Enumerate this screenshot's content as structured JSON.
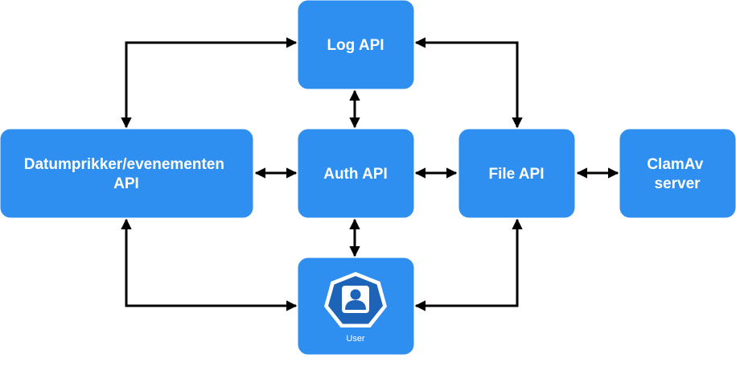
{
  "nodes": {
    "log_api": {
      "label": "Log API"
    },
    "auth_api": {
      "label": "Auth API"
    },
    "file_api": {
      "label": "File API"
    },
    "datum_api": {
      "label_line1": "Datumprikker/evenementen",
      "label_line2": "API"
    },
    "clamav": {
      "label_line1": "ClamAv",
      "label_line2": "server"
    },
    "user": {
      "label": "User",
      "icon": "user-icon"
    }
  },
  "edges": [
    {
      "from": "Datumprikker/evenementen API",
      "to": "Log API",
      "direction": "both"
    },
    {
      "from": "Log API",
      "to": "File API",
      "direction": "both"
    },
    {
      "from": "Log API",
      "to": "Auth API",
      "direction": "both"
    },
    {
      "from": "Datumprikker/evenementen API",
      "to": "Auth API",
      "direction": "both"
    },
    {
      "from": "Auth API",
      "to": "File API",
      "direction": "both"
    },
    {
      "from": "File API",
      "to": "ClamAv server",
      "direction": "both"
    },
    {
      "from": "Auth API",
      "to": "User",
      "direction": "both"
    },
    {
      "from": "Datumprikker/evenementen API",
      "to": "User",
      "direction": "both"
    },
    {
      "from": "File API",
      "to": "User",
      "direction": "both"
    }
  ],
  "colors": {
    "box": "#2f8ff0",
    "text": "#ffffff",
    "edge": "#000000",
    "icon_dark": "#1d64b8"
  }
}
